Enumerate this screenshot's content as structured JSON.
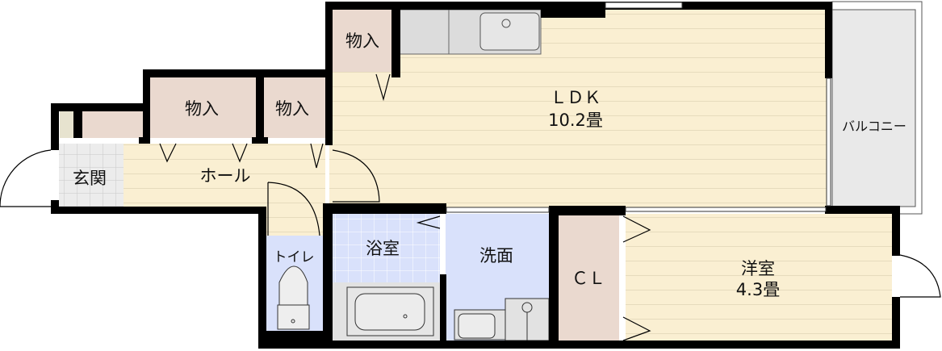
{
  "rooms": {
    "ldk": {
      "name": "ＬＤＫ",
      "size": "10.2畳"
    },
    "western": {
      "name": "洋室",
      "size": "4.3畳"
    },
    "closet": "ＣＬ",
    "balcony": "バルコニー",
    "storage_kitchen": "物入",
    "storage_left": "物入",
    "storage_middle": "物入",
    "entrance": "玄関",
    "hall": "ホール",
    "toilet": "トイレ",
    "bath": "浴室",
    "washroom": "洗面"
  },
  "colors": {
    "floor": "#faefd2",
    "storage": "#ead9cf",
    "wet": "#d9e1fb",
    "fixture": "#e2e2e2",
    "wall": "#000000"
  }
}
